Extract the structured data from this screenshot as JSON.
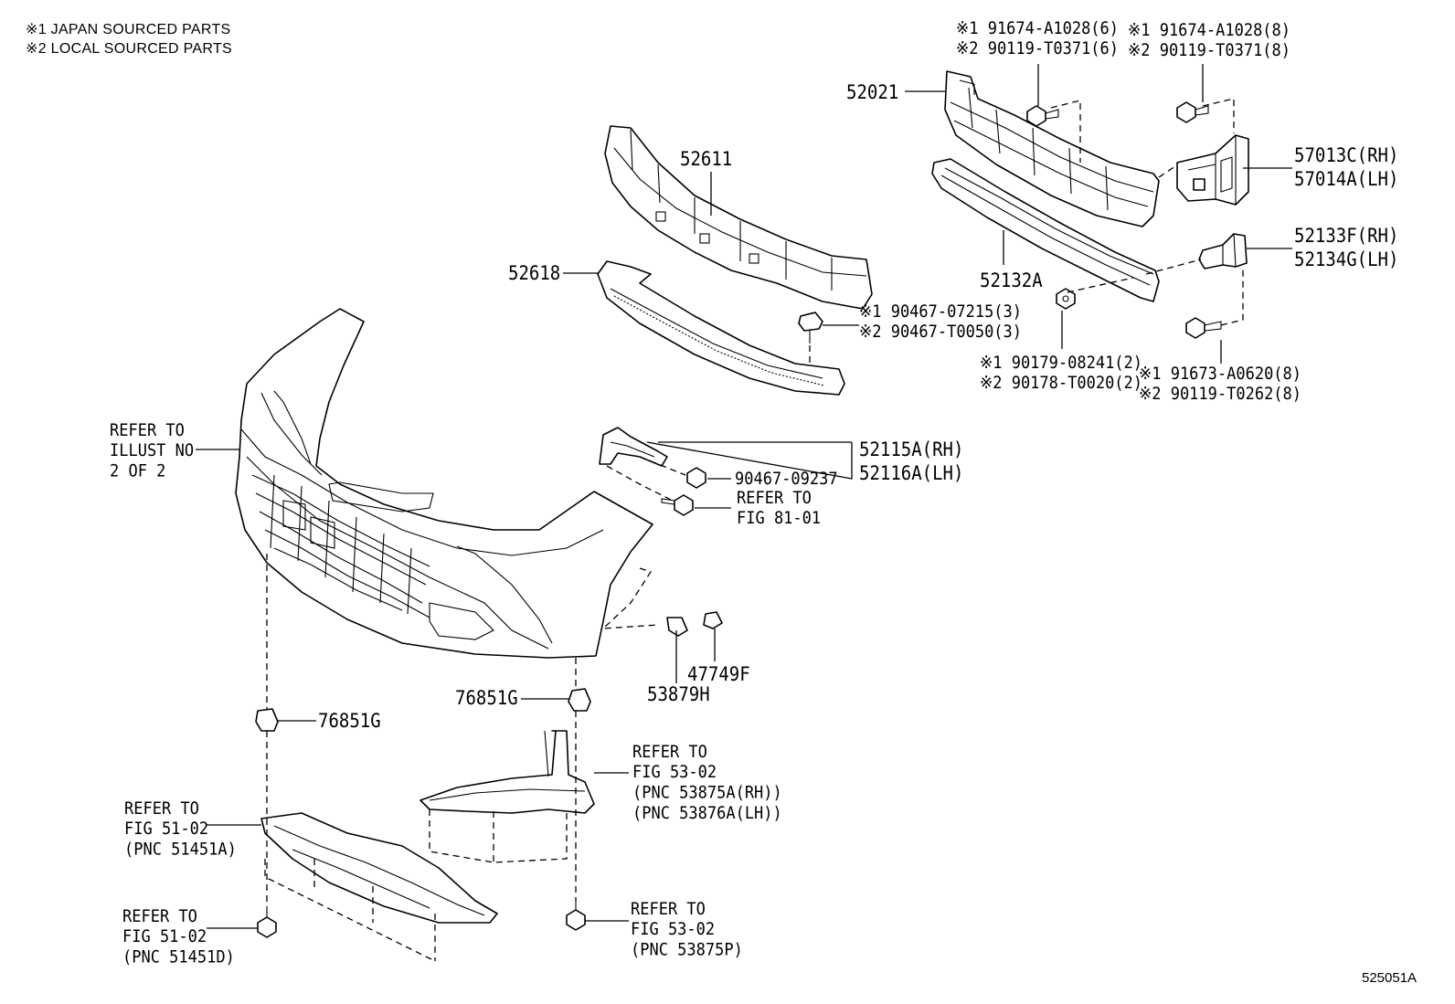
{
  "notes": [
    "※1 JAPAN SOURCED PARTS",
    "※2 LOCAL SOURCED PARTS"
  ],
  "illustration_code": "525051A",
  "callouts": {
    "c52021": [
      "52021"
    ],
    "c52611": [
      "52611"
    ],
    "c52618": [
      "52618"
    ],
    "c52132A": [
      "52132A"
    ],
    "cA1028_6": [
      "※1 91674-A1028(6)",
      "※2 90119-T0371(6)"
    ],
    "cA1028_8": [
      "※1 91674-A1028(8)",
      "※2 90119-T0371(8)"
    ],
    "c57013C": [
      "57013C(RH)",
      "57014A(LH)"
    ],
    "c52133F": [
      "52133F(RH)",
      "52134G(LH)"
    ],
    "c90467": [
      "※1 90467-07215(3)",
      "※2 90467-T0050(3)"
    ],
    "c90179": [
      "※1 90179-08241(2)",
      "※2 90178-T0020(2)"
    ],
    "c91673": [
      "※1 91673-A0620(8)",
      "※2 90119-T0262(8)"
    ],
    "cRefer2of2": [
      "REFER TO",
      "ILLUST NO",
      "2 OF 2"
    ],
    "c52115A": [
      "52115A(RH)",
      "52116A(LH)"
    ],
    "c9046709237": [
      "90467-09237"
    ],
    "cFig8101": [
      "REFER TO",
      "FIG 81-01"
    ],
    "c53879H": [
      "53879H"
    ],
    "c47749F": [
      "47749F"
    ],
    "c76851G_right": [
      "76851G"
    ],
    "c76851G_left": [
      "76851G"
    ],
    "cFig5302a": [
      "REFER TO",
      "FIG 53-02",
      "(PNC 53875A(RH))",
      "(PNC 53876A(LH))"
    ],
    "cFig5102a": [
      "REFER TO",
      "FIG 51-02",
      "(PNC 51451A)"
    ],
    "cFig5102b": [
      "REFER TO",
      "FIG 51-02",
      "(PNC 51451D)"
    ],
    "cFig5302b": [
      "REFER TO",
      "FIG 53-02",
      "(PNC 53875P)"
    ]
  }
}
